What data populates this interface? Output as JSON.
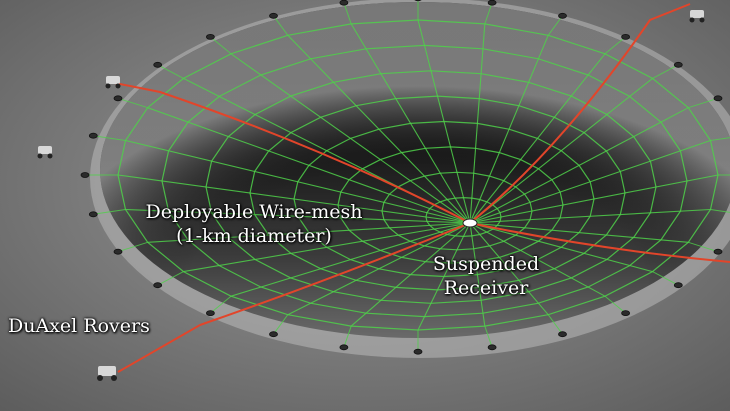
{
  "labels": {
    "mesh_line1": "Deployable Wire-mesh",
    "mesh_line2": "(1-km diameter)",
    "receiver_line1": "Suspended",
    "receiver_line2": "Receiver",
    "rovers": "DuAxel Rovers"
  },
  "colors": {
    "mesh": "#4fd04a",
    "cable": "#e2452a",
    "regolith": "#8a8a8a",
    "crater_shadow": "#141414",
    "label_text": "#ffffff"
  }
}
